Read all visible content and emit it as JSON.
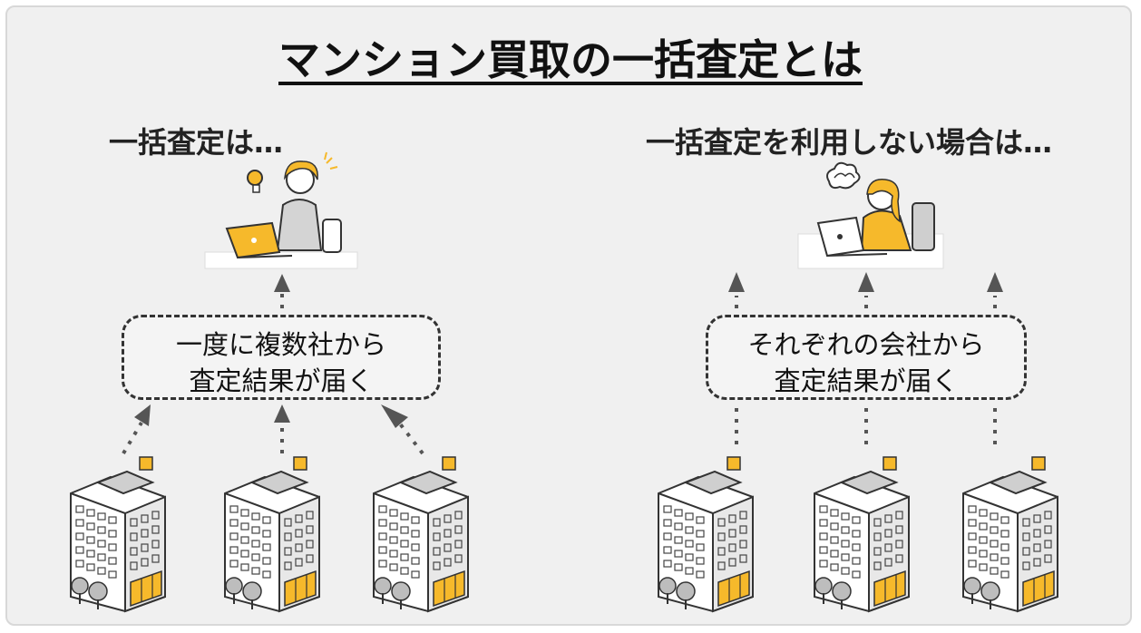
{
  "title": "マンション買取の一括査定とは",
  "left": {
    "heading": "一括査定は…",
    "callout_line1": "一度に複数社から",
    "callout_line2": "査定結果が届く"
  },
  "right": {
    "heading": "一括査定を利用しない場合は…",
    "callout_line1": "それぞれの会社から",
    "callout_line2": "査定結果が届く"
  },
  "colors": {
    "accent": "#f6b92b",
    "arrow": "#555555",
    "panel_bg": "#f0f0f0"
  },
  "icons": [
    "lightbulb-icon",
    "laptop-icon",
    "building-icon",
    "tree-icon",
    "stress-cloud-icon"
  ]
}
